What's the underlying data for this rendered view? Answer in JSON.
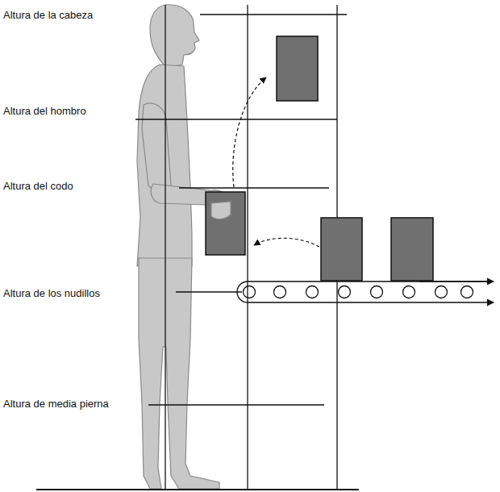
{
  "diagram": {
    "labels": [
      "Altura de la cabeza",
      "Altura del hombro",
      "Altura del codo",
      "Altura de los nudillos",
      "Altura de media pierna"
    ]
  }
}
